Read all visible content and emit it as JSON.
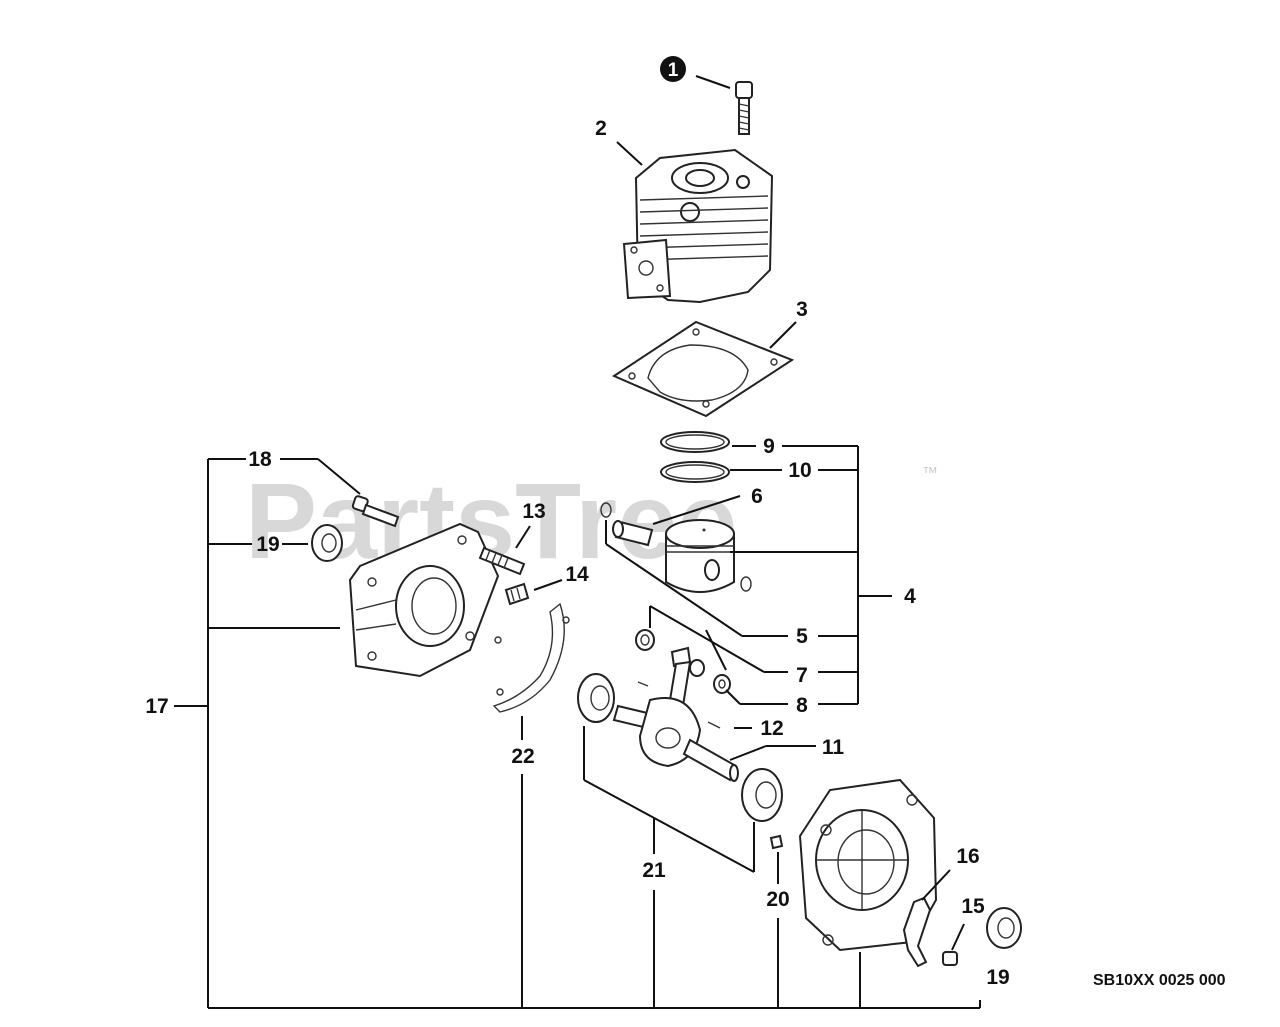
{
  "watermark": {
    "text": "PartsTree",
    "trademark": "™"
  },
  "diagram_code": "SB10XX 0025 000",
  "callouts": {
    "c1": "1",
    "c2": "2",
    "c3": "3",
    "c4": "4",
    "c5": "5",
    "c6": "6",
    "c7": "7",
    "c8": "8",
    "c9": "9",
    "c10": "10",
    "c11": "11",
    "c12": "12",
    "c13": "13",
    "c14": "14",
    "c15": "15",
    "c16": "16",
    "c17": "17",
    "c18": "18",
    "c19a": "19",
    "c19b": "19",
    "c20": "20",
    "c21": "21",
    "c22": "22"
  },
  "colors": {
    "ink": "#111111",
    "watermark": "#d8d8d8",
    "background": "#ffffff"
  }
}
